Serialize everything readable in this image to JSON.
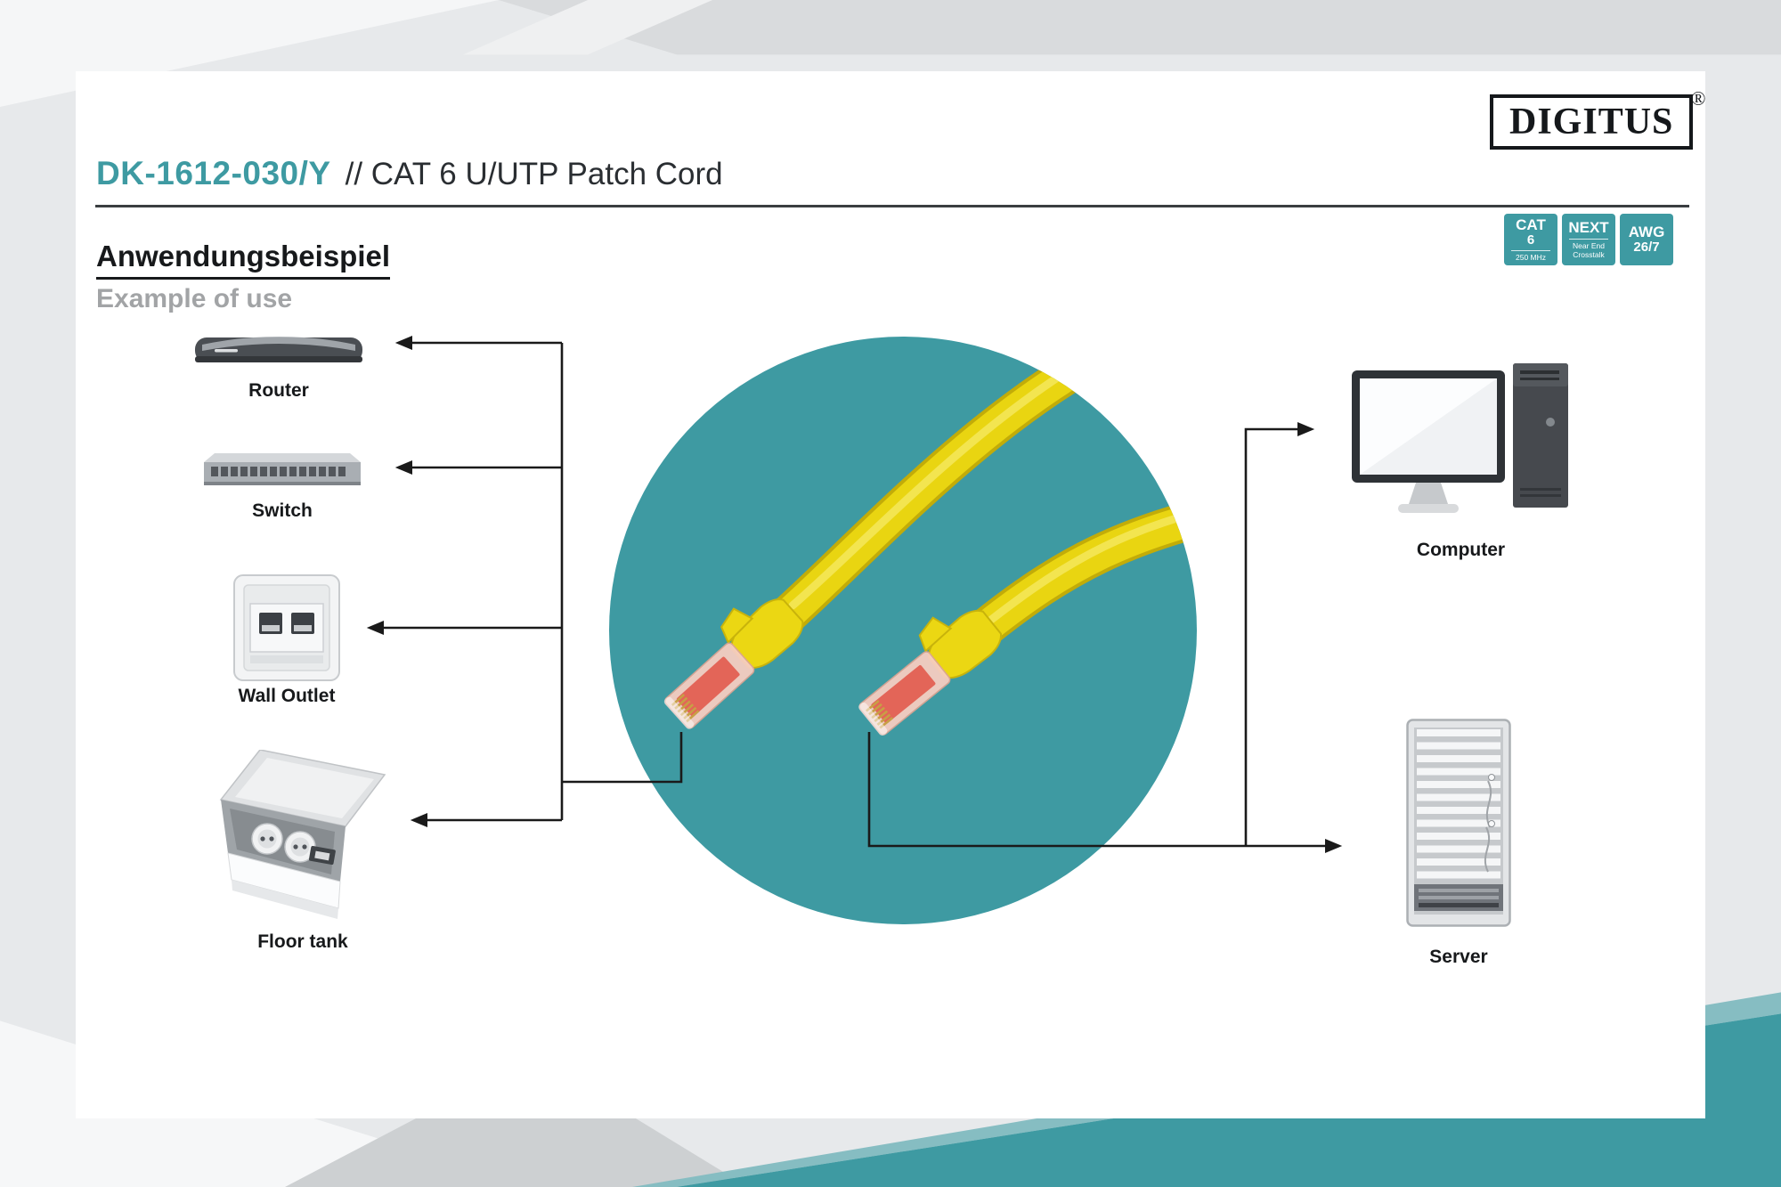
{
  "header": {
    "logo": "DIGITUS",
    "logo_reg": "®",
    "product_code": "DK-1612-030/Y",
    "product_name": "// CAT 6 U/UTP Patch Cord"
  },
  "badges": [
    {
      "top": "CAT",
      "mid": "6",
      "small": "250 MHz"
    },
    {
      "top": "NEXT",
      "small1": "Near End",
      "small2": "Crosstalk"
    },
    {
      "top": "AWG",
      "mid": "26/7"
    }
  ],
  "section": {
    "heading_de": "Anwendungsbeispiel",
    "heading_en": "Example of use"
  },
  "devices": {
    "router": "Router",
    "switch": "Switch",
    "wall_outlet": "Wall Outlet",
    "floor_tank": "Floor tank",
    "computer": "Computer",
    "server": "Server"
  },
  "colors": {
    "teal": "#3E9AA2",
    "cable_yellow": "#E9D511",
    "connector_red": "#E25A4D",
    "line_black": "#1A1A1A"
  }
}
